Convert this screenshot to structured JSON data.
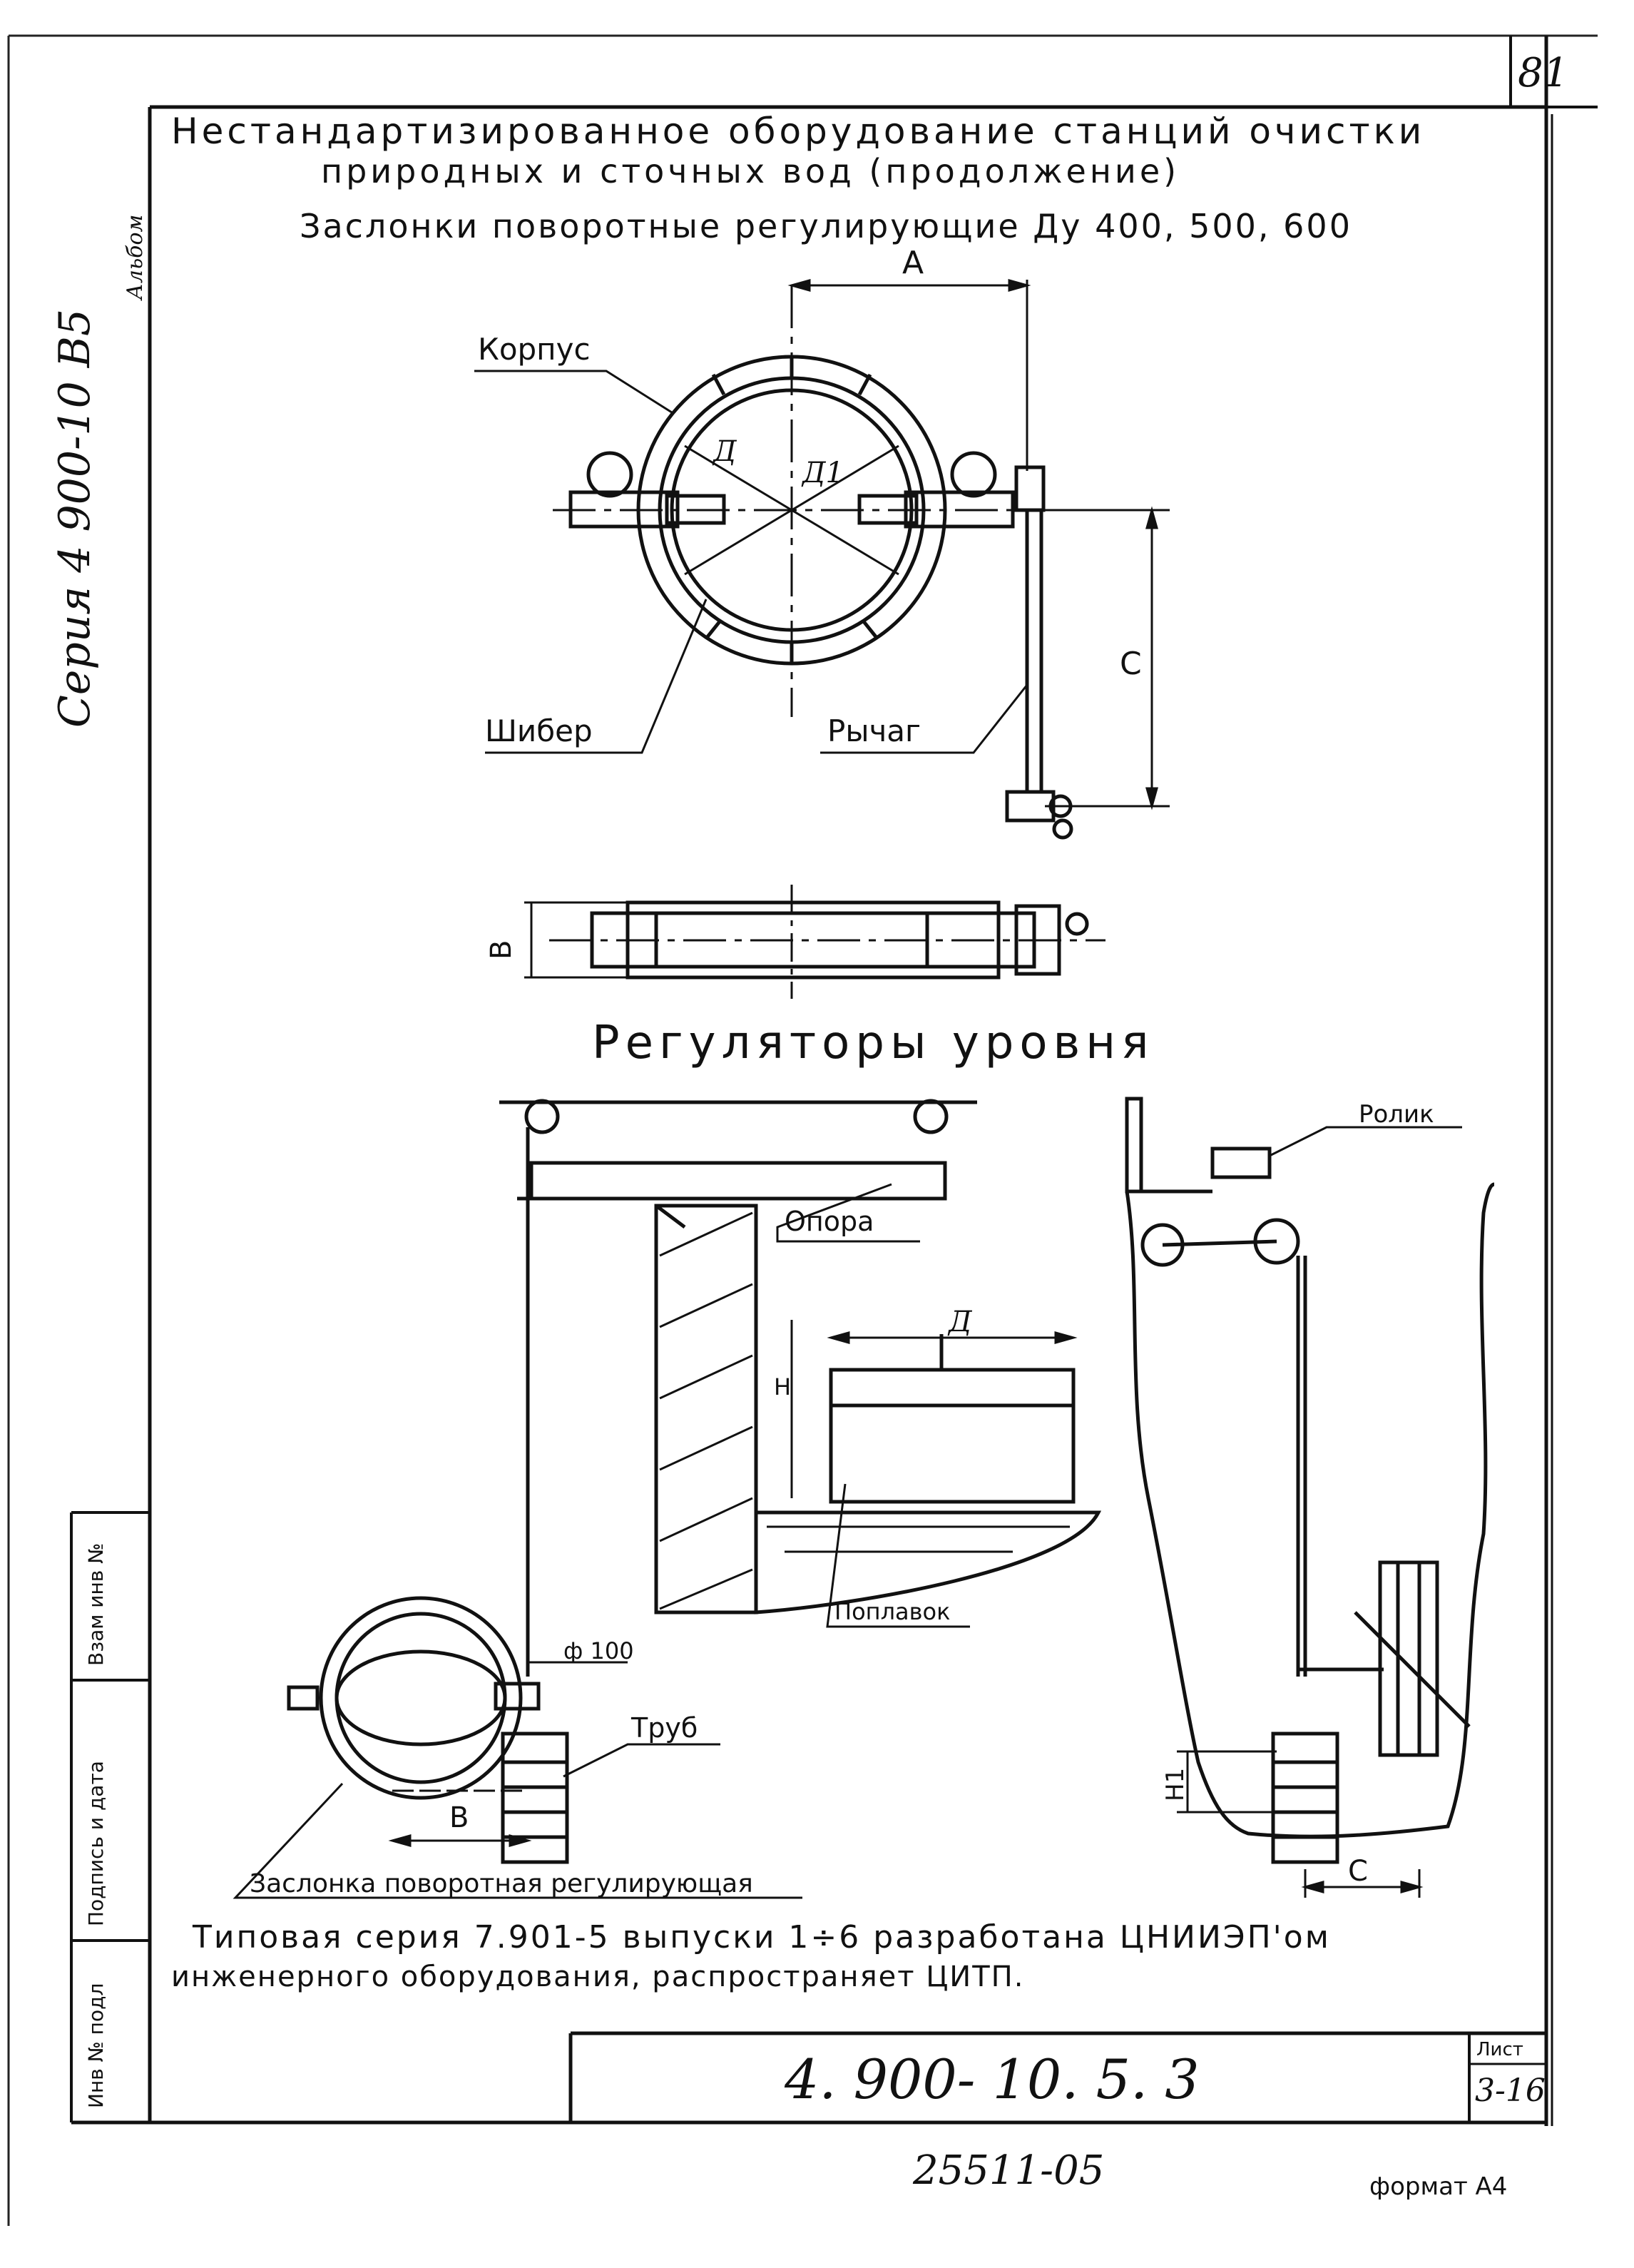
{
  "sheet": {
    "page_number": "81",
    "title_line1": "Нестандартизированное оборудование станций очистки",
    "title_line2": "природных и сточных вод    (продолжение)",
    "subtitle_valves": "Заслонки поворотные регулирующие Ду 400, 500, 600",
    "section_regulators": "Регуляторы уровня",
    "note_line1": "Типовая серия 7.901-5 выпуски 1÷6 разработана ЦНИИЭП'ом",
    "note_line2": "инженерного оборудования, распространяет ЦИТП.",
    "doc_code": "4. 900- 10. 5. 3",
    "sheet_label": "Лист",
    "sheet_number": "3-16",
    "bottom_number": "25511-05",
    "format_label": "формат А4"
  },
  "side": {
    "series": "Серия 4 900-10 В5",
    "album": "Альбом"
  },
  "stamp_cells": {
    "inv_orig": "Инв № подл",
    "sign_date": "Подпись и дата",
    "replace_inv": "Взам инв №"
  },
  "labels": {
    "korpus": "Корпус",
    "shiber": "Шибер",
    "rychag": "Рычаг",
    "dim_A": "А",
    "dim_D": "Д",
    "dim_D1": "Д1",
    "dim_C": "С",
    "dim_B_vert": "В",
    "opora": "Опора",
    "ronik": "Ролик",
    "poplavok": "Поплавок",
    "dim_D_float": "Д",
    "dim_H": "Н",
    "phi100": "ф 100",
    "trub": "Труб",
    "dim_B_bottom": "В",
    "zaslonka": "Заслонка поворотная   регулирующая",
    "dim_H1": "Н1",
    "dim_C_bottom": "С"
  }
}
